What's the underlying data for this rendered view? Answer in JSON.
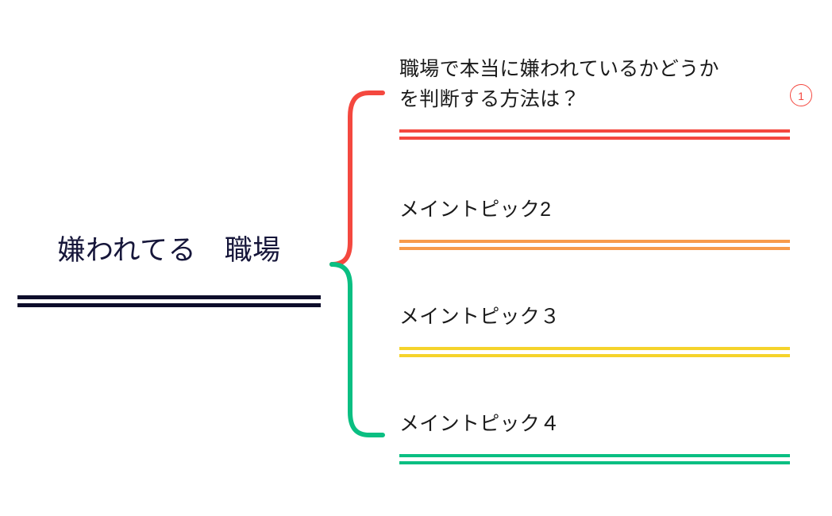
{
  "diagram": {
    "type": "mind-map",
    "background_color": "#ffffff",
    "root": {
      "label": "嫌われてる　職場",
      "text_color": "#16163a",
      "rule_color": "#0d0d2b"
    },
    "branches": [
      {
        "label": "職場で本当に嫌われているかどうか\nを判断する方法は？",
        "rule_color": "#f4483f",
        "connector_color": "#f4483f",
        "marker": "1"
      },
      {
        "label": "メイントピック2",
        "rule_color": "#f79b4b",
        "connector_color": "#f4483f",
        "marker": ""
      },
      {
        "label": "メイントピック３",
        "rule_color": "#f5d32b",
        "connector_color": "#0abf82",
        "marker": ""
      },
      {
        "label": "メイントピック４",
        "rule_color": "#0abf82",
        "connector_color": "#0abf82",
        "marker": ""
      }
    ],
    "connectors": [
      {
        "name": "upper-brace",
        "color": "#f4483f"
      },
      {
        "name": "lower-brace",
        "color": "#0abf82"
      }
    ]
  }
}
